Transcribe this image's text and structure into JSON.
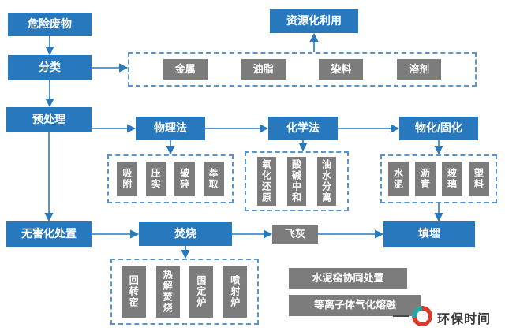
{
  "colors": {
    "primary_blue": "#2878bd",
    "chip_gray": "#7c7c7c",
    "brand_red": "#d93a2b",
    "brand_teal": "#27a59e"
  },
  "nodes": {
    "hazardous_waste": "危险废物",
    "classify": "分类",
    "resource_use": "资源化利用",
    "pretreat": "预处理",
    "physical": "物理法",
    "chemical": "化学法",
    "solidify": "物化/固化",
    "harmless": "无害化处置",
    "incineration": "焚烧",
    "fly_ash": "飞灰",
    "landfill": "填埋"
  },
  "recycle_items": [
    "金属",
    "油脂",
    "染料",
    "溶剂"
  ],
  "physical_items": [
    "吸附",
    "压实",
    "破碎",
    "萃取"
  ],
  "chemical_items": [
    "氧化还原",
    "酸碱中和",
    "油水分离"
  ],
  "solidify_items": [
    "水泥",
    "沥青",
    "玻璃",
    "塑料"
  ],
  "incinerator_items": [
    "回转窑",
    "热解焚烧",
    "固定炉",
    "喷射炉"
  ],
  "other_methods": [
    "水泥窑协同处置",
    "等离子体气化熔融"
  ],
  "brand": {
    "name": "环保时间"
  }
}
